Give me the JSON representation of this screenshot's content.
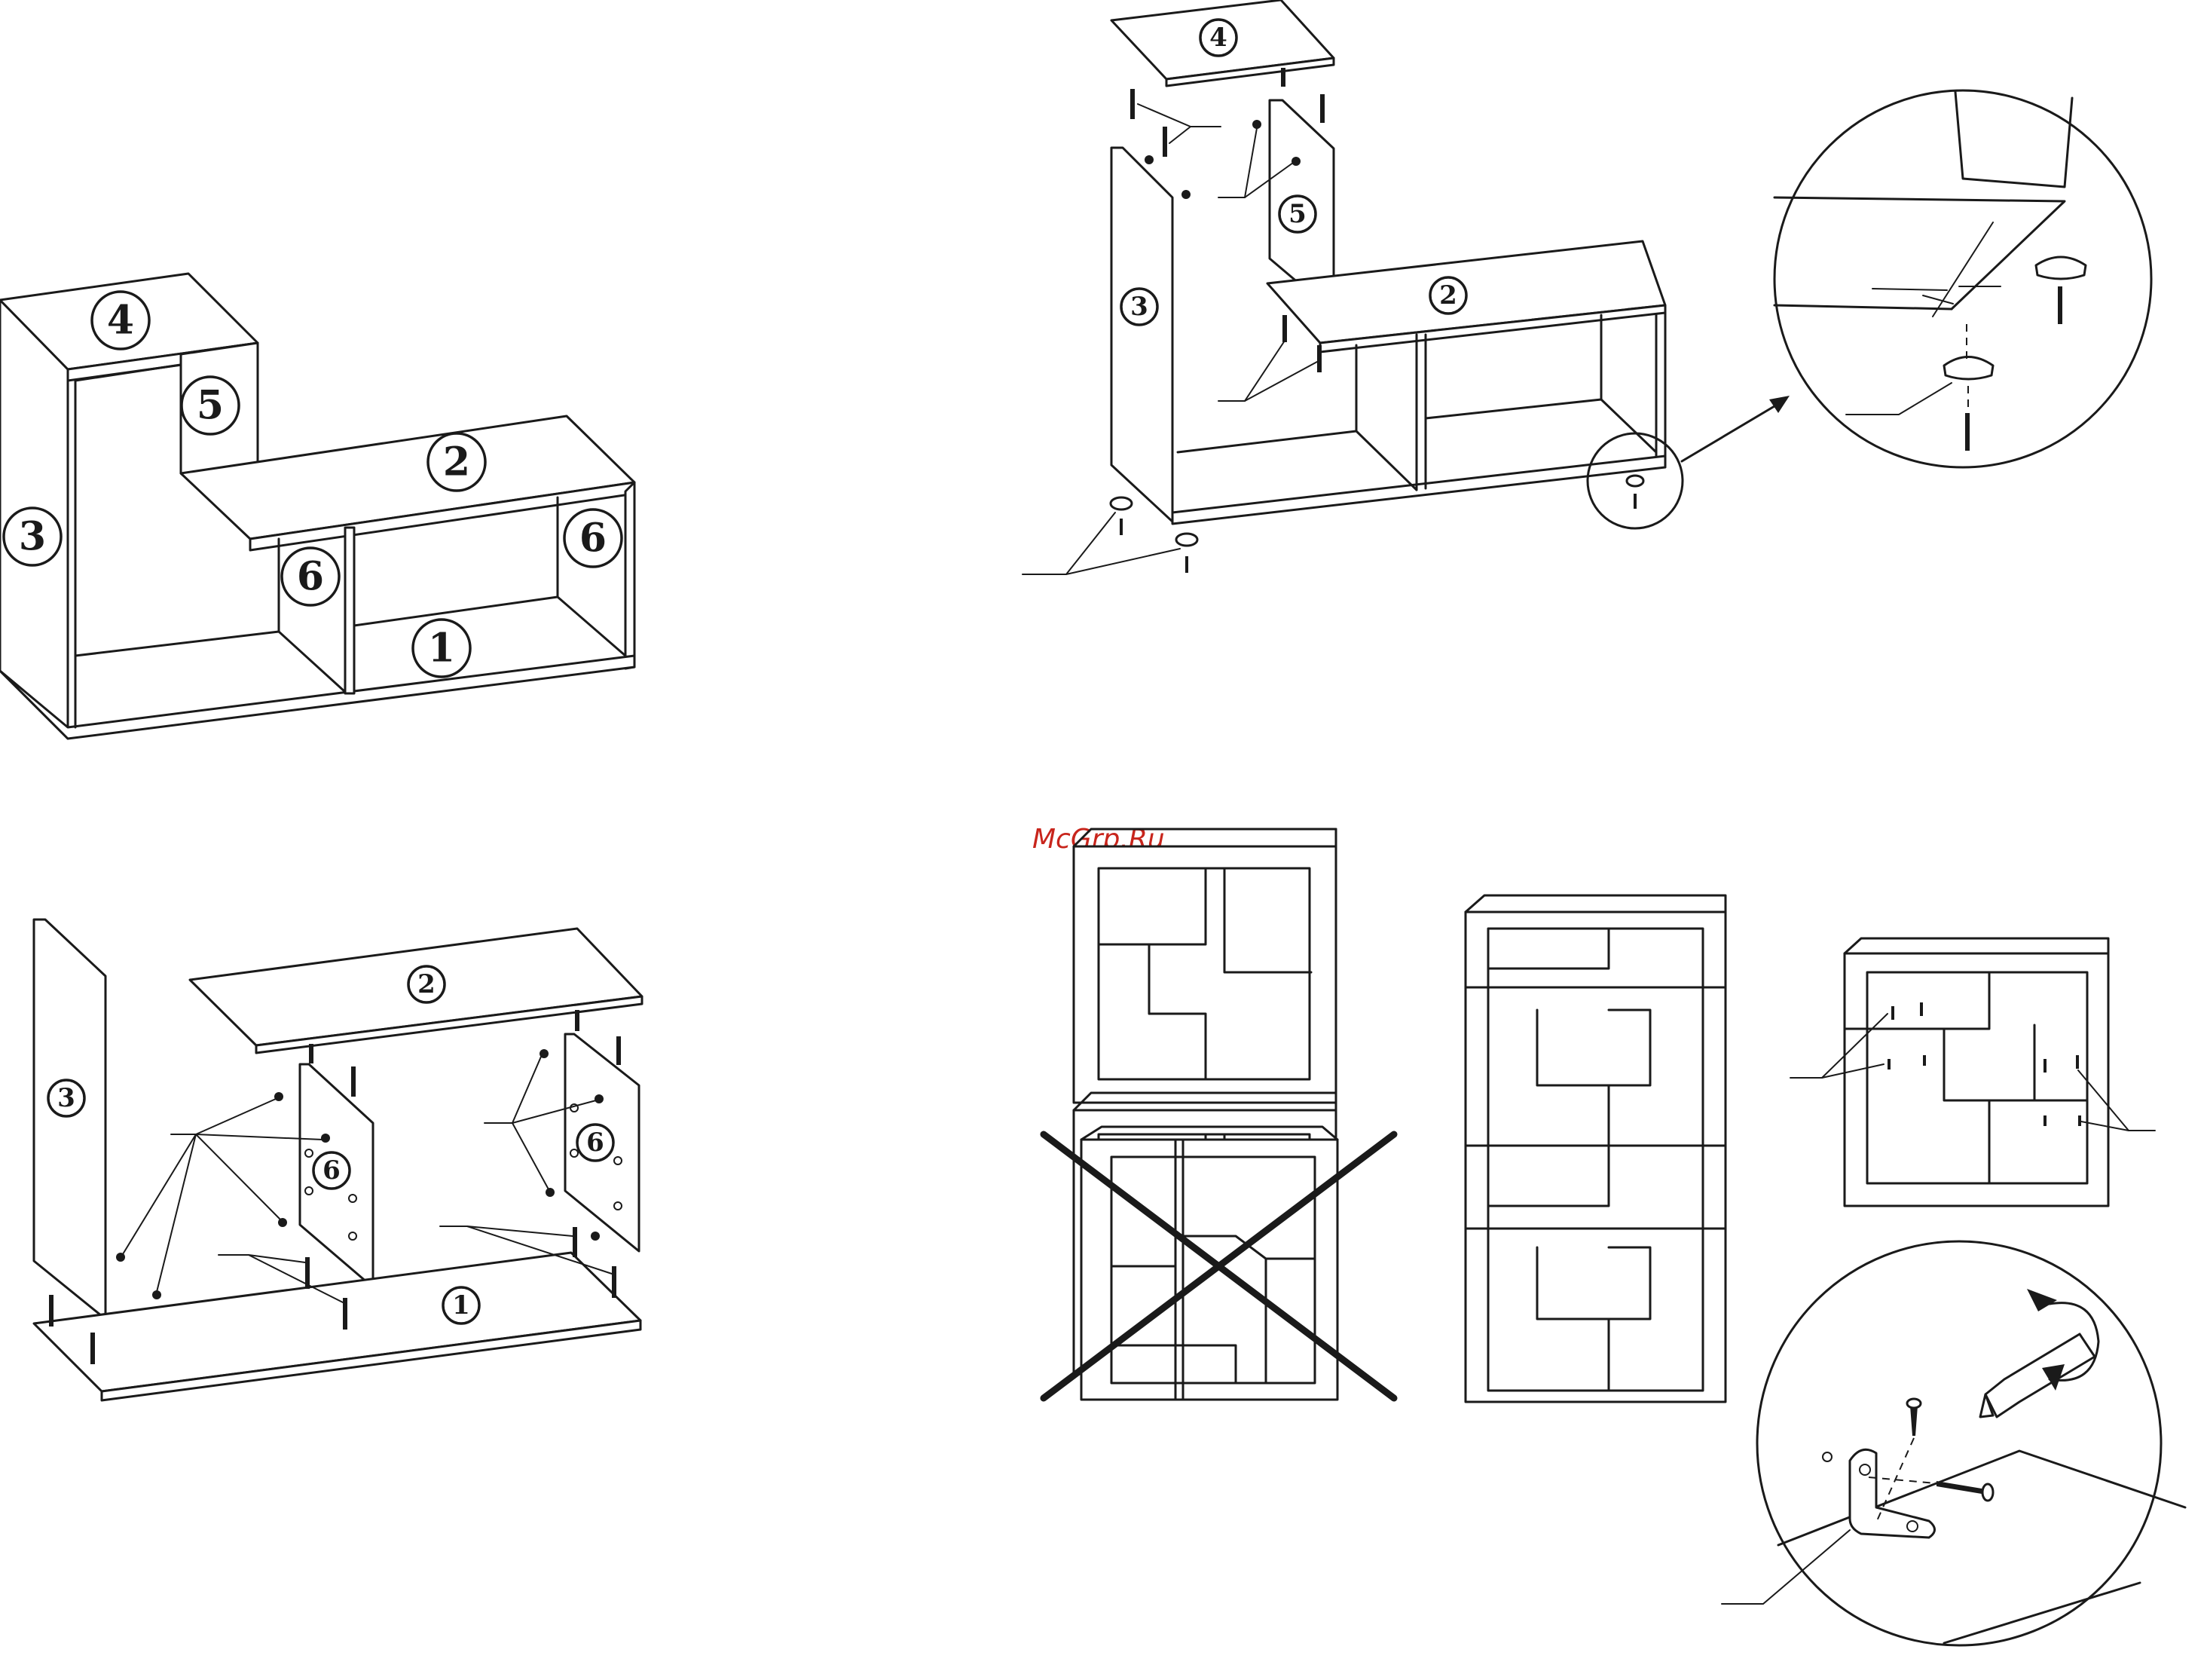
{
  "watermark": {
    "text": "McGrp.Ru",
    "color": "#c8251c"
  },
  "assembled_view": {
    "parts": [
      "4",
      "5",
      "2",
      "3",
      "6",
      "6",
      "1"
    ]
  },
  "upper_exploded_view": {
    "parts": [
      "4",
      "5",
      "3",
      "2"
    ]
  },
  "lower_exploded_view": {
    "parts": [
      "2",
      "3",
      "6",
      "6",
      "1"
    ]
  },
  "stacking_views": {
    "incorrect_marker": "cross-mark-icon"
  },
  "icons": [
    "furniture-foot-icon",
    "screw-icon",
    "dowel-icon",
    "l-bracket-icon",
    "screwdriver-icon",
    "rotation-arrow-icon",
    "arrow-icon"
  ]
}
